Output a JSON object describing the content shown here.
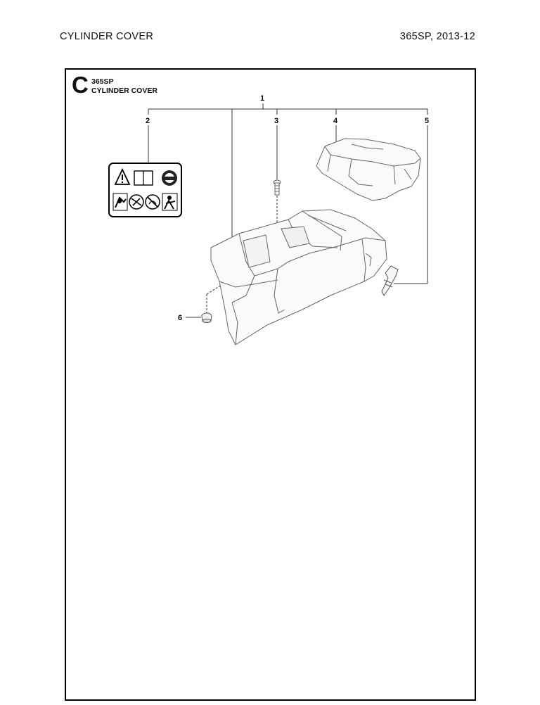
{
  "header": {
    "left": "CYLINDER  COVER",
    "right": "365SP, 2013-12"
  },
  "section": {
    "letter": "C",
    "model": "365SP",
    "title": "CYLINDER COVER"
  },
  "callouts": [
    "1",
    "2",
    "3",
    "4",
    "5",
    "6"
  ],
  "icons": {
    "warning_label": "warning-decal-icon",
    "screw": "screw-icon",
    "top_cover": "top-cover-part-icon",
    "cylinder_cover": "cylinder-cover-part-icon",
    "clip": "clip-part-icon",
    "grommet": "grommet-part-icon"
  }
}
